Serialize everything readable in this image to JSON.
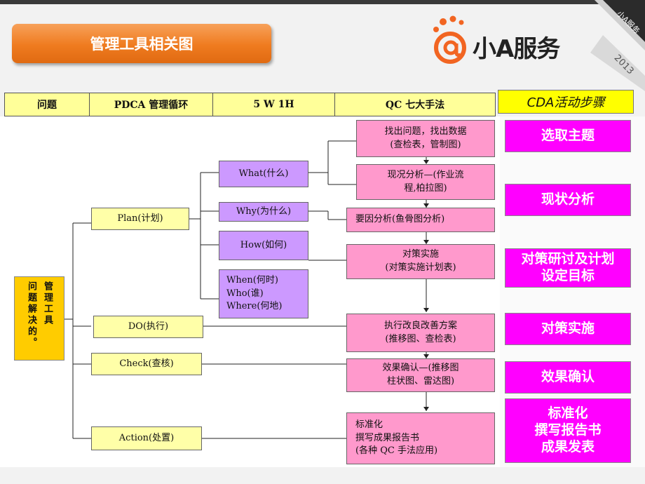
{
  "title": "管理工具相关图",
  "logo": {
    "text": "小A服务",
    "icon": "at-sign-dots-icon",
    "color": "#f26522"
  },
  "ribbon": {
    "label": "小A服务",
    "year": "2013"
  },
  "headers": [
    "问题",
    "PDCA 管理循环",
    "5 W 1H",
    "QC 七大手法"
  ],
  "cda_header": "CDA活动步骤",
  "root": {
    "col1": "管理工具",
    "col2": "问题解决的。"
  },
  "pdca": [
    "Plan(计划)",
    "DO(执行)",
    "Check(查核)",
    "Action(处置)"
  ],
  "w5h1": [
    "What(什么)",
    "Why(为什么)",
    "How(如何)",
    "When(何时)\nWho(谁)\nWhere(何地)"
  ],
  "qc": [
    "找出问题，找出数据\n(查检表，管制图)",
    "现况分析—(作业流\n程,柏拉图)",
    "要因分析(鱼骨图分析)",
    "对策实施\n(对策实施计划表)",
    "执行改良改善方案\n(推移图、查检表)",
    "效果确认—(推移图\n柱状图、雷达图)",
    "标准化\n撰写成果报告书\n(各种 QC 手法应用)"
  ],
  "cda_steps": [
    "选取主题",
    "现状分析",
    "对策研讨及计划\n设定目标",
    "对策实施",
    "效果确认",
    "标准化\n撰写报告书\n成果发表"
  ],
  "colors": {
    "title_orange": "#ef7b1f",
    "header_yellow": "#ffff99",
    "cda_yellow": "#ffff00",
    "root_gold": "#ffcc00",
    "pdca_yellow": "#ffffa8",
    "w5h1_lavender": "#cc99ff",
    "qc_pink": "#ff99cc",
    "step_magenta": "#ff00ff"
  }
}
